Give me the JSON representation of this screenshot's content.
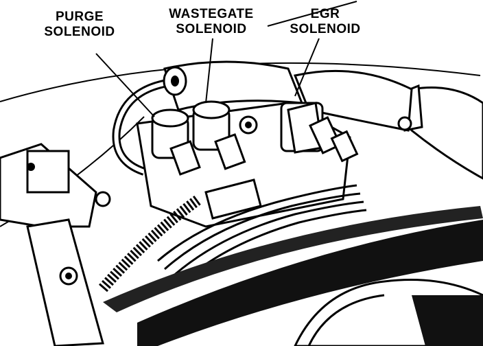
{
  "labels": {
    "purge": {
      "line1": "PURGE",
      "line2": "SOLENOID"
    },
    "wastegate": {
      "line1": "WASTEGATE",
      "line2": "SOLENOID"
    },
    "egr": {
      "line1": "EGR",
      "line2": "SOLENOID"
    }
  }
}
